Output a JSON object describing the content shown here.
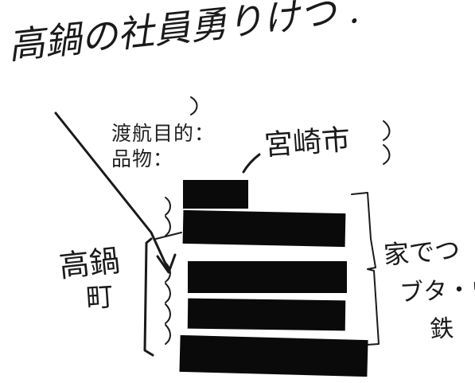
{
  "handwritten_title": "高鍋の社員勇りけつ .",
  "printed_fields": {
    "purpose_label": "渡航目的：",
    "goods_label": "品物："
  },
  "annotations": {
    "purpose_note": "宮崎市",
    "left_note_line1": "高鍋",
    "left_note_line2": "町",
    "right_note_line1": "家でつ",
    "right_note_line2": "ブタ・ウ",
    "right_note_line3": "鉄"
  },
  "colors": {
    "ink": "#1a1a1a",
    "redaction": "#0a0a0a",
    "paper": "#ffffff"
  }
}
